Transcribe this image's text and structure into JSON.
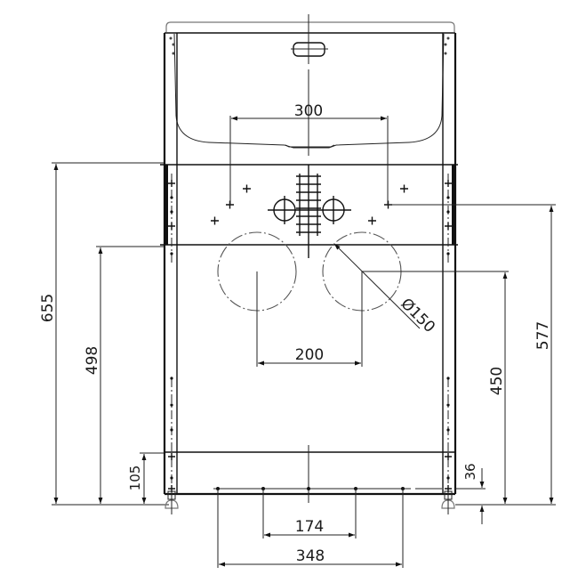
{
  "drawing": {
    "title": "Sink cabinet technical drawing",
    "units": "mm",
    "colors": {
      "line": "#111111",
      "background": "#ffffff",
      "hidden_line": "#555555"
    }
  },
  "dimensions": {
    "tap_hole_spacing": {
      "label": "300"
    },
    "waste_centres": {
      "label": "200"
    },
    "waste_diameter": {
      "label": "Ø150"
    },
    "total_height": {
      "label": "655"
    },
    "panel_lower_height": {
      "label": "498"
    },
    "plinth_height": {
      "label": "105"
    },
    "service_hole_height": {
      "label": "577"
    },
    "waste_height": {
      "label": "450"
    },
    "foot_offset": {
      "label": "36"
    },
    "inner_leg_spacing": {
      "label": "174"
    },
    "outer_leg_spacing": {
      "label": "348"
    }
  }
}
